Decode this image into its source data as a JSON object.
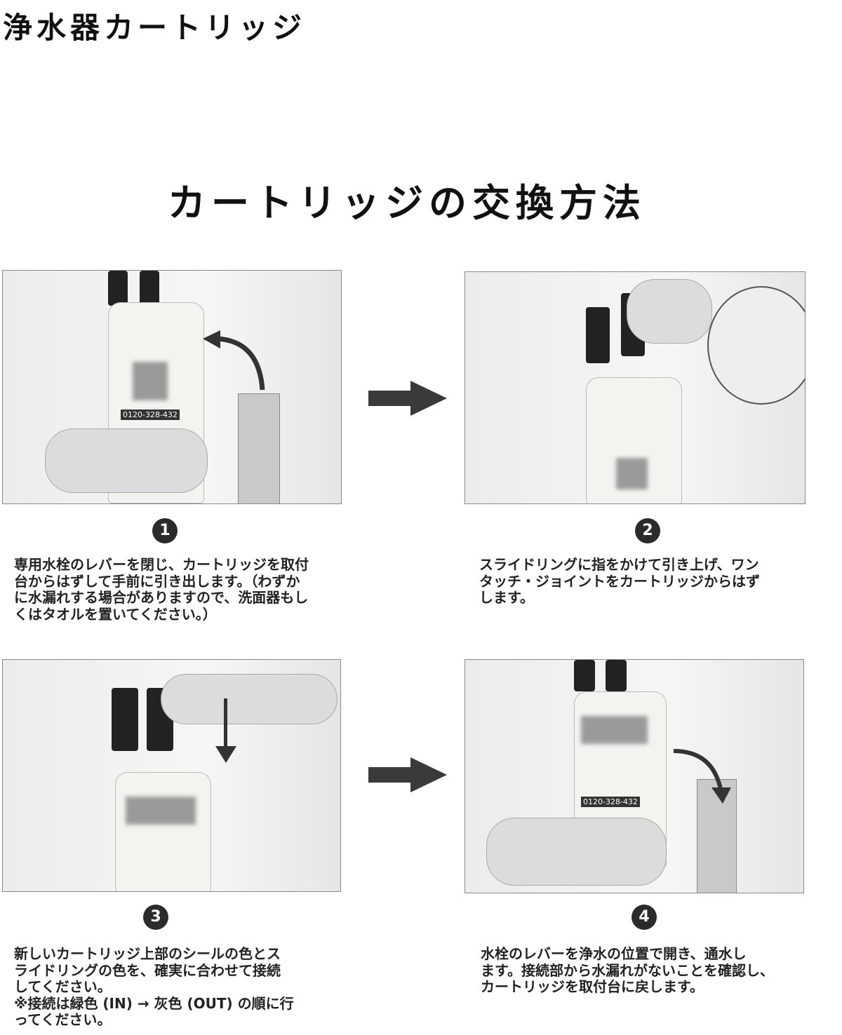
{
  "title": "浄水器カートリッジ",
  "subtitle": "カートリッジの交換方法",
  "steps": [
    {
      "number": "1",
      "text": "専用水栓のレバーを閉じ、カートリッジを取付\n台からはずして手前に引き出します。（わずか\nに水漏れする場合がありますので、洗面器もし\nくはタオルを置いてください。）",
      "label_text": "0120-328-432"
    },
    {
      "number": "2",
      "text": "スライドリングに指をかけて引き上げ、ワン\nタッチ・ジョイントをカートリッジからはず\nします。"
    },
    {
      "number": "3",
      "text": "新しいカートリッジ上部のシールの色とス\nライドリングの色を、確実に合わせて接続\nしてください。\n※接続は緑色 (IN) → 灰色 (OUT) の順に行\nってください。"
    },
    {
      "number": "4",
      "text": "水栓のレバーを浄水の位置で開き、通水し\nます。接続部から水漏れがないことを確認し、\nカートリッジを取付台に戻します。",
      "label_text": "0120-328-432"
    }
  ],
  "colors": {
    "arrow": "#3a3a3a",
    "badge": "#2b2b2b"
  }
}
